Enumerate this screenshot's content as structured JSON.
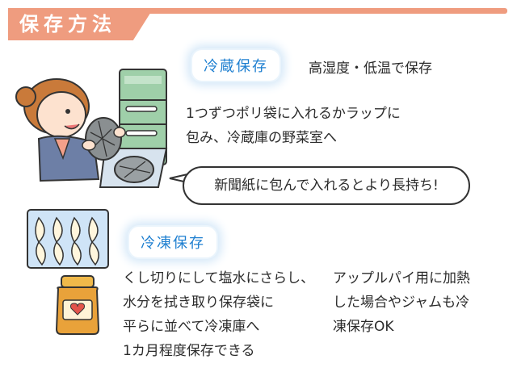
{
  "header": {
    "title": "保存方法"
  },
  "fridge": {
    "label": "冷蔵保存",
    "condition": "高湿度・低温で保存",
    "description": [
      "1つずつポリ袋に入れるかラップに",
      "包み、冷蔵庫の野菜室へ"
    ],
    "tip": "新聞紙に包んで入れるとより長持ち!"
  },
  "freezer": {
    "label": "冷凍保存",
    "description": [
      "くし切りにして塩水にさらし、",
      "水分を拭き取り保存袋に",
      "平らに並べて冷凍庫へ",
      "1カ月程度保存できる"
    ],
    "note": [
      "アップルパイ用に加熱",
      "した場合やジャムも冷",
      "凍保存OK"
    ]
  },
  "colors": {
    "accent": "#ef9c7f",
    "label_text": "#1e7fd0",
    "label_glow": "#d3e7f8",
    "fridge_green": "#9fcfa9"
  },
  "illustrations": [
    "woman-with-fridge-illustration",
    "frozen-apple-tray-illustration",
    "jam-jar-illustration"
  ]
}
